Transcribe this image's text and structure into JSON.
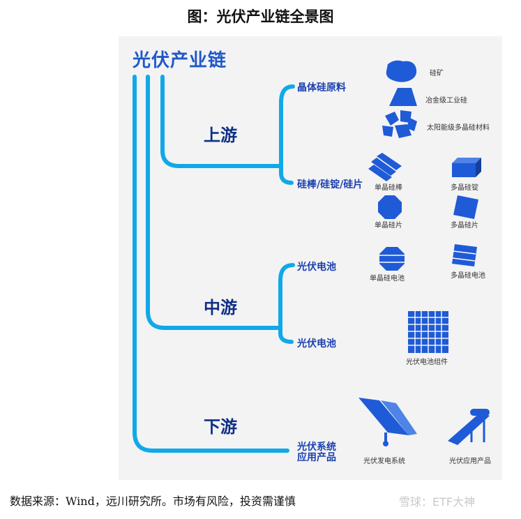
{
  "title": "图：光伏产业链全景图",
  "root": "光伏产业链",
  "stages": {
    "upstream": "上游",
    "midstream": "中游",
    "downstream": "下游"
  },
  "branches": {
    "crystal_silicon_raw": "晶体硅原料",
    "rod_ingot_wafer": "硅棒/硅锭/硅片",
    "pv_cell_1": "光伏电池",
    "pv_cell_2": "光伏电池",
    "system_line1": "光伏系统",
    "system_line2": "应用产品"
  },
  "items": {
    "silicon_ore": "硅矿",
    "metallurgical_silicon": "冶金级工业硅",
    "solar_poly_material": "太阳能级多晶硅材料",
    "mono_rod": "单晶硅棒",
    "poly_ingot": "多晶硅锭",
    "mono_wafer": "单晶硅片",
    "poly_wafer": "多晶硅片",
    "mono_cell": "单晶硅电池",
    "poly_cell": "多晶硅电池",
    "module": "光伏电池组件",
    "pv_power_system": "光伏发电系统",
    "pv_application": "光伏应用产品"
  },
  "source": "数据来源：Wind，远川研究所。市场有风险，投资需谨慎",
  "watermark": "雪球：ETF大神",
  "colors": {
    "line": "#10a9e8",
    "icon": "#1f5bd6",
    "label": "#1a3fae",
    "panel": "#f3f3f4"
  }
}
